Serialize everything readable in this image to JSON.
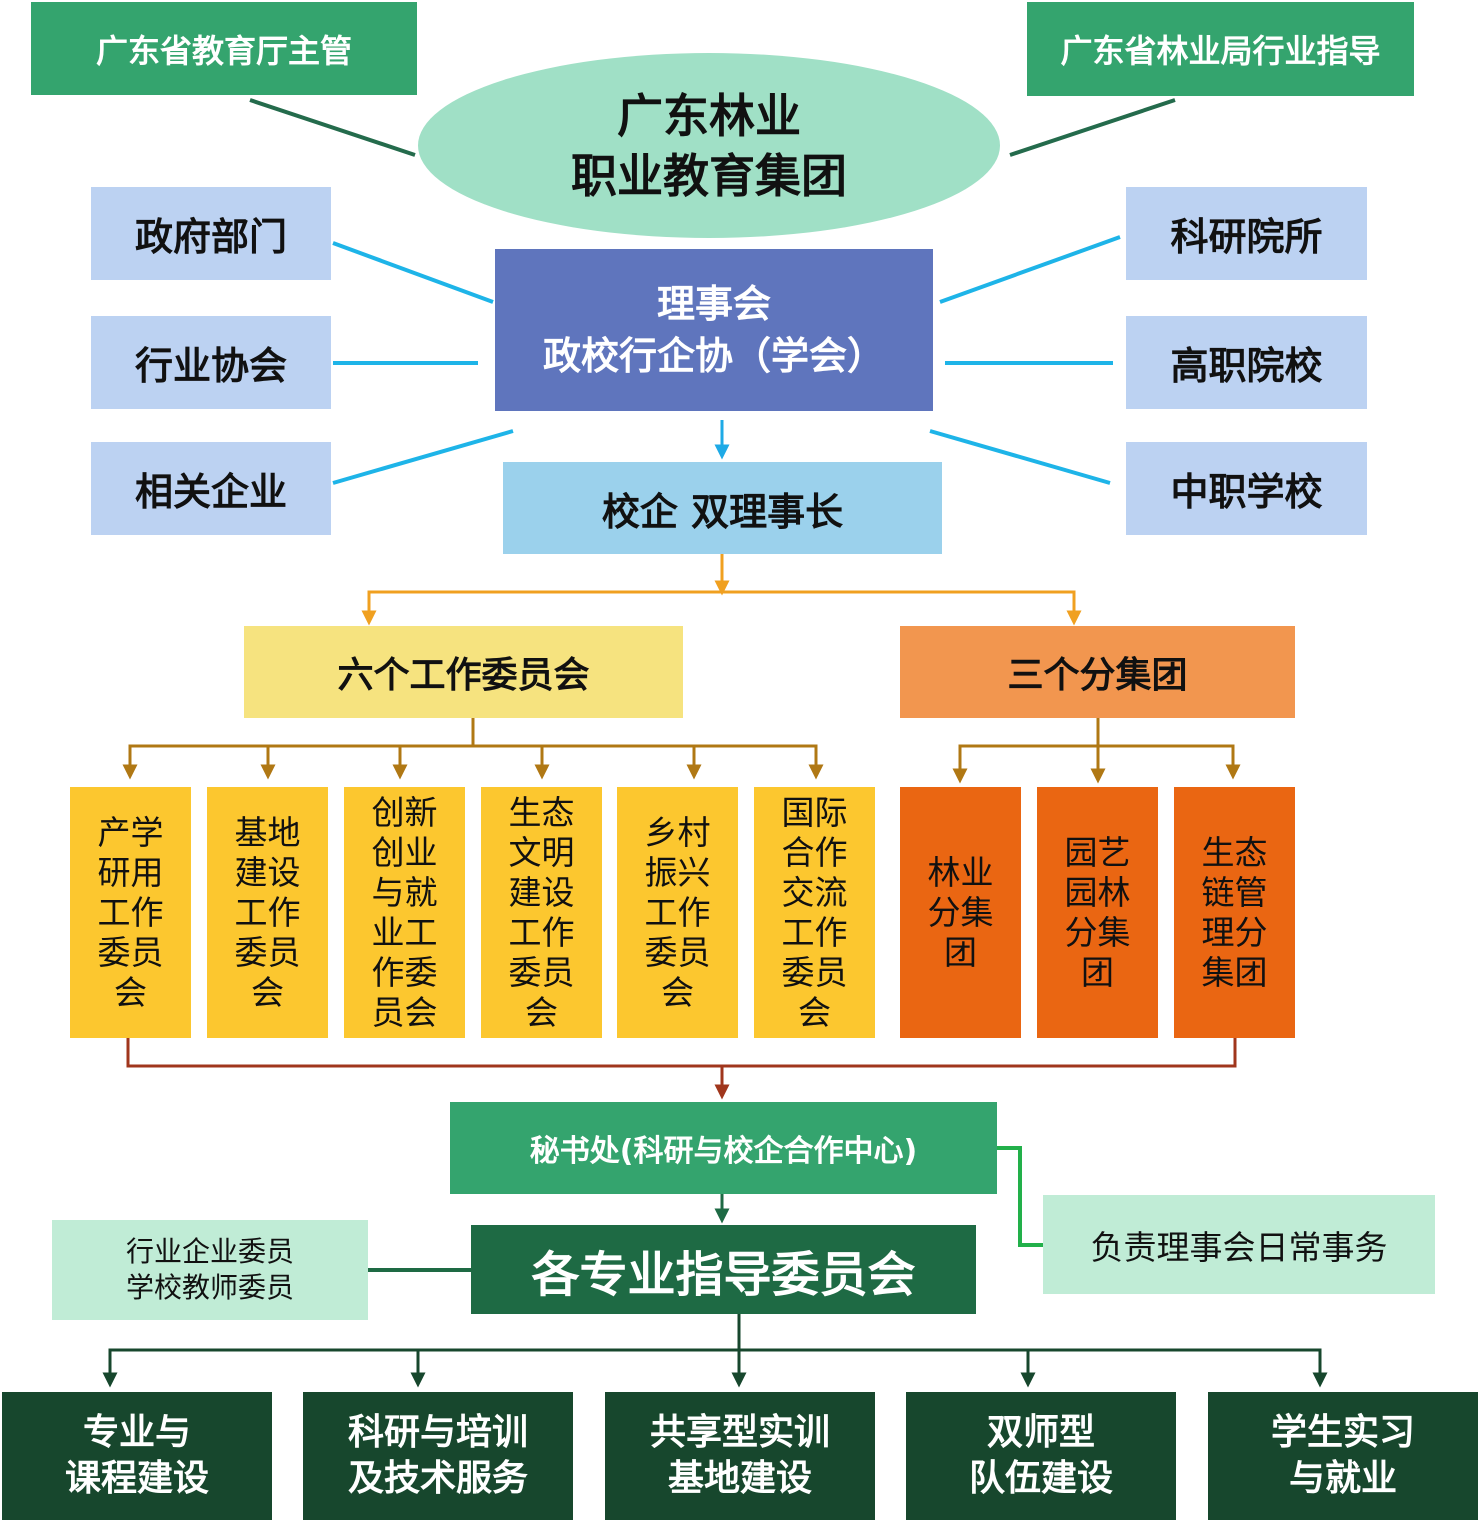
{
  "colors": {
    "green_top": "#34a46e",
    "ellipse": "#a0e0c6",
    "light_blue": "#bcd2f2",
    "council": "#5f75bd",
    "chair": "#9bd1ec",
    "yellow_head": "#f6e37f",
    "orange_head": "#f2964f",
    "yellow_box": "#fcc72f",
    "orange_box": "#ea6612",
    "secretariat": "#34a46e",
    "pale_green": "#c0ecd6",
    "committee": "#1e6a44",
    "bottom": "#17472d"
  },
  "top": {
    "left_label": "广东省教育厅主管",
    "right_label": "广东省林业局行业指导",
    "group_name": "广东林业\n职业教育集团"
  },
  "members_left": [
    "政府部门",
    "行业协会",
    "相关企业"
  ],
  "members_right": [
    "科研院所",
    "高职院校",
    "中职学校"
  ],
  "council": "理事会\n政校行企协（学会）",
  "chairman": "校企 双理事长",
  "committees_head": "六个工作委员会",
  "subgroups_head": "三个分集团",
  "committees": [
    "产学\n研用\n工作\n委员\n会",
    "基地\n建设\n工作\n委员\n会",
    "创新\n创业\n与就\n业工\n作委\n员会",
    "生态\n文明\n建设\n工作\n委员\n会",
    "乡村\n振兴\n工作\n委员\n会",
    "国际\n合作\n交流\n工作\n委员\n会"
  ],
  "subgroups": [
    "林业\n分集\n团",
    "园艺\n园林\n分集\n团",
    "生态\n链管\n理分\n集团"
  ],
  "secretariat": "秘书处(科研与校企合作中心)",
  "secretariat_duty": "负责理事会日常事务",
  "committee_members": "行业企业委员\n学校教师委员",
  "professional_committee": "各专业指导委员会",
  "tasks": [
    "专业与\n课程建设",
    "科研与培训\n及技术服务",
    "共享型实训\n基地建设",
    "双师型\n队伍建设",
    "学生实习\n与就业"
  ]
}
